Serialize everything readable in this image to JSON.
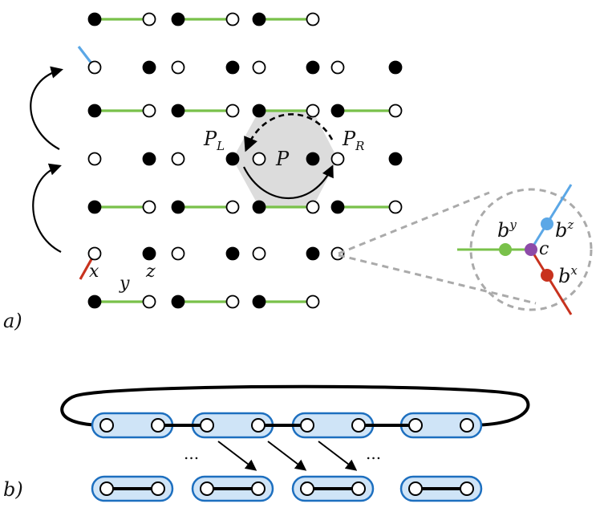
{
  "panel_a": {
    "panel_label": "a)",
    "plaquette_label": "P",
    "left_label_base": "P",
    "left_label_sub": "L",
    "right_label_base": "P",
    "right_label_sub": "R",
    "bond_x_label": "x",
    "bond_y_label": "y",
    "bond_z_label": "z",
    "inset": {
      "by_base": "b",
      "by_sup": "y",
      "bz_base": "b",
      "bz_sup": "z",
      "bx_base": "b",
      "bx_sup": "x",
      "c_label": "c"
    }
  },
  "panel_b": {
    "panel_label": "b)",
    "ellipsis_left": "...",
    "ellipsis_right": "..."
  },
  "colors": {
    "x_bond": "#c8321e",
    "y_bond": "#79c14a",
    "z_bond": "#5ba7e6",
    "plaquette_fill": "#dcdcdc",
    "dimer_fill": "#cfe4f7",
    "dimer_stroke": "#1d6fbf",
    "inset_c": "#8d4ba8",
    "inset_bx": "#c8321e",
    "inset_by": "#79c14a",
    "inset_bz": "#5ba7e6"
  }
}
